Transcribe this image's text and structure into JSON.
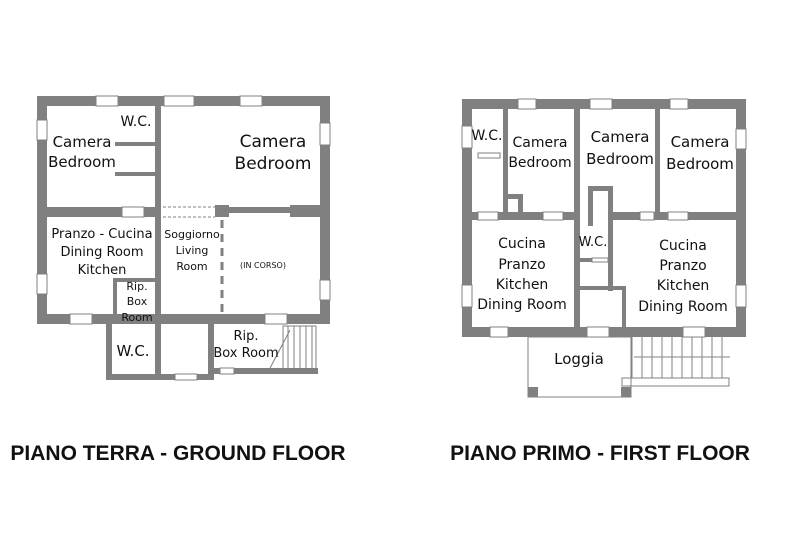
{
  "ground_floor": {
    "title": "PIANO TERRA - GROUND FLOOR",
    "rooms": {
      "bedroom_left": [
        "Camera",
        "Bedroom"
      ],
      "wc_top": "W.C.",
      "bedroom_right": [
        "Camera",
        "Bedroom"
      ],
      "kitchen": [
        "Pranzo - Cucina",
        "Dining Room",
        "Kitchen"
      ],
      "living": [
        "Soggiorno",
        "Living",
        "Room"
      ],
      "in_progress": "(IN CORSO)",
      "box_small": [
        "Rip.",
        "Box",
        "Room"
      ],
      "wc_bottom": "W.C.",
      "box_bottom": [
        "Rip.",
        "Box Room"
      ]
    }
  },
  "first_floor": {
    "title": "PIANO PRIMO - FIRST FLOOR",
    "rooms": {
      "wc_left": "W.C.",
      "bedroom_1": [
        "Camera",
        "Bedroom"
      ],
      "bedroom_2": [
        "Camera",
        "Bedroom"
      ],
      "bedroom_3": [
        "Camera",
        "Bedroom"
      ],
      "wc_center": "W.C.",
      "kitchen_left": [
        "Cucina",
        "Pranzo",
        "Kitchen",
        "Dining Room"
      ],
      "kitchen_right": [
        "Cucina",
        "Pranzo",
        "Kitchen",
        "Dining Room"
      ],
      "loggia": "Loggia"
    }
  }
}
